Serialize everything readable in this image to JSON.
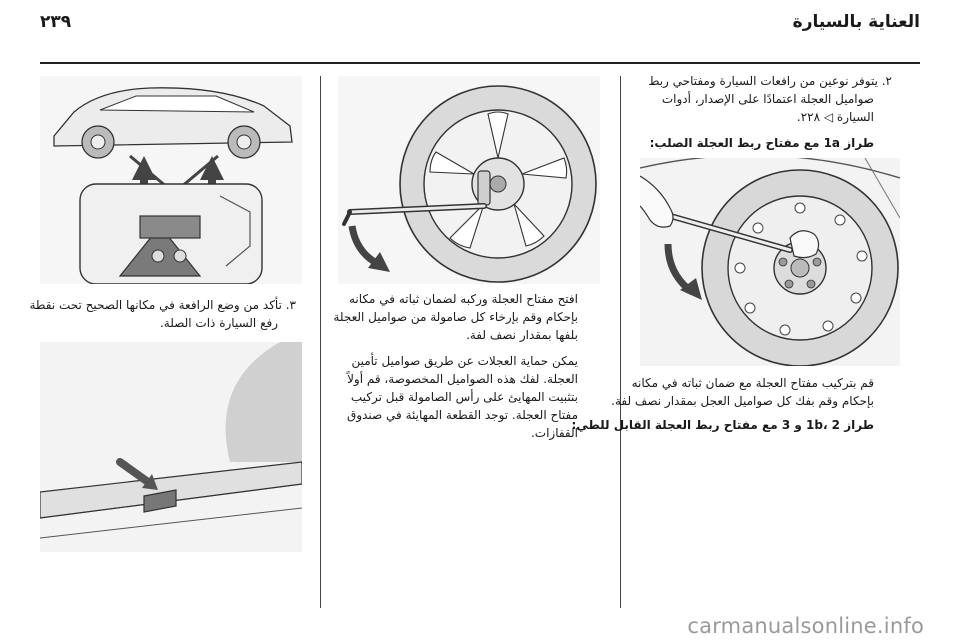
{
  "header": {
    "title": "العناية بالسيارة",
    "page_number": "٢٣٩"
  },
  "col_right": {
    "step2_lines": [
      "٢. يتوفر نوعين من رافعات السيارة ومفتاحي ربط",
      "صواميل العجلة اعتمادًا على الإصدار، أدوات",
      "السيارة ◁ ٢٢٨."
    ],
    "heading_1a": "طراز 1a مع مفتاح ربط العجلة الصلب:",
    "caption_lines": [
      "قم بتركيب مفتاح العجلة مع ضمان ثباته في مكانه",
      "بإحكام وقم بفك كل صواميل العجل بمقدار نصف لفة."
    ],
    "heading_1b": "طراز 1b، 2 و 3 مع مفتاح ربط العجلة القابل للطي:"
  },
  "col_middle": {
    "para1_lines": [
      "افتح مفتاح العجلة وركبه لضمان ثباته في مكانه",
      "بإحكام وقم بإرخاء كل صامولة من صواميل العجلة",
      "بلفها بمقدار نصف لفة."
    ],
    "para2_lines": [
      "يمكن حماية العجلات عن طريق صواميل تأمين",
      "العجلة. لفك هذه الصواميل المخصوصة، قم أولاً",
      "بتثبيت المهايئ على رأس الصامولة قبل تركيب",
      "مفتاح العجلة. توجد القطعة المهايئة في صندوق",
      "القفازات."
    ]
  },
  "col_left": {
    "step3_lines": [
      "٣. تأكد من وضع الرافعة في مكانها الصحيح تحت نقطة",
      "رفع السيارة ذات الصلة."
    ]
  },
  "watermark": "carmanualsonline.info",
  "colors": {
    "figure_bg": "#f5f5f5",
    "line_art": "#333333",
    "rule": "#222222"
  }
}
